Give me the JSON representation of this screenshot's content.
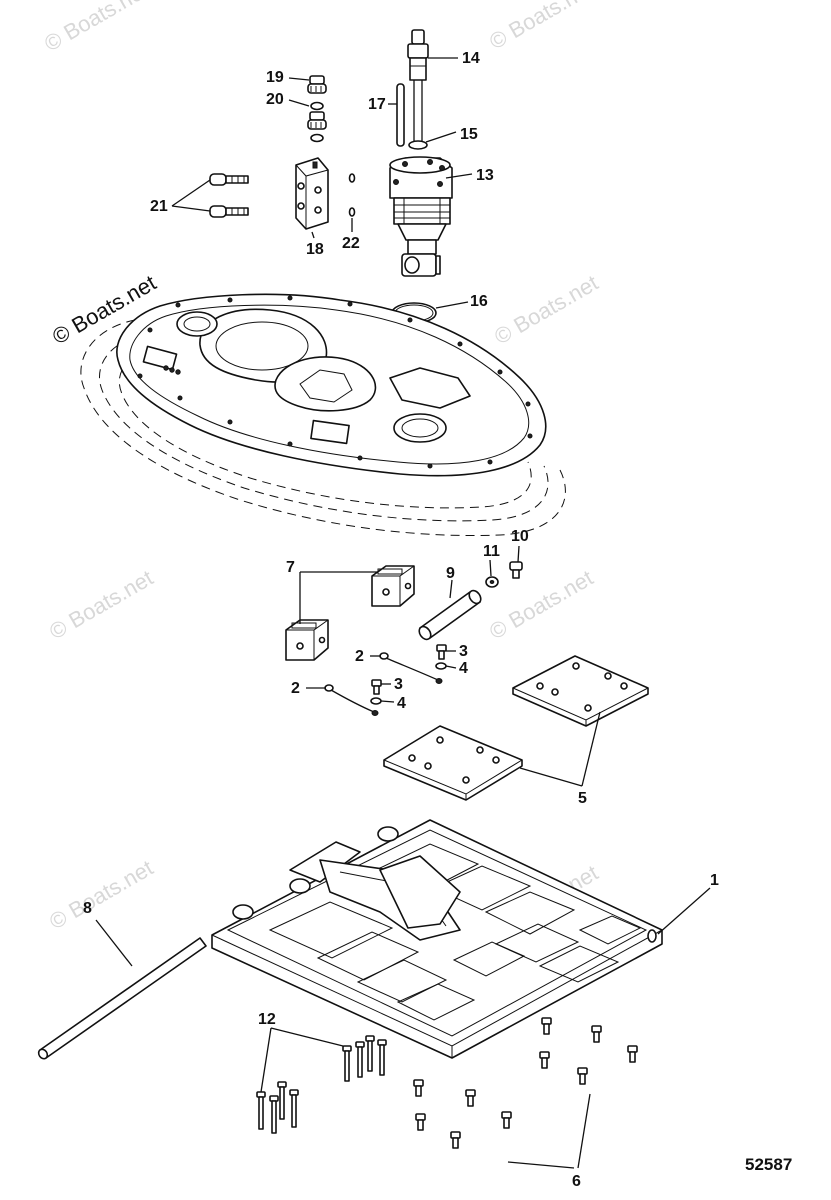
{
  "watermark_text": "© Boats.net",
  "document_number": "52587",
  "callouts": {
    "c1": "1",
    "c2": "2",
    "c3": "3",
    "c4": "4",
    "c5": "5",
    "c6": "6",
    "c7": "7",
    "c8": "8",
    "c9": "9",
    "c10": "10",
    "c11": "11",
    "c12": "12",
    "c13": "13",
    "c14": "14",
    "c15": "15",
    "c16": "16",
    "c17": "17",
    "c18": "18",
    "c19": "19",
    "c20": "20",
    "c21": "21",
    "c22": "22"
  }
}
